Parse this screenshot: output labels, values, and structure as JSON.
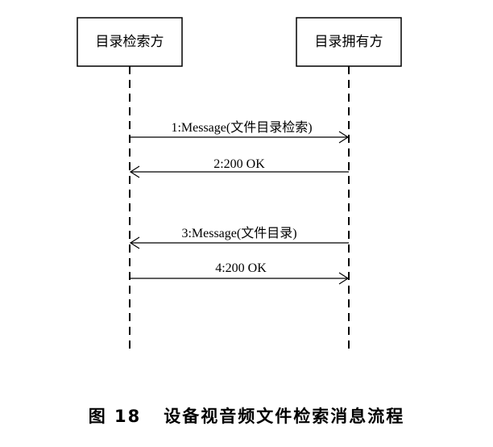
{
  "participants": [
    {
      "label": "目录检索方"
    },
    {
      "label": "目录拥有方"
    }
  ],
  "messages": [
    {
      "label": "1:Message(文件目录检索)",
      "from": 0,
      "to": 1
    },
    {
      "label": "2:200 OK",
      "from": 1,
      "to": 0
    },
    {
      "label": "3:Message(文件目录)",
      "from": 1,
      "to": 0
    },
    {
      "label": "4:200 OK",
      "from": 0,
      "to": 1
    }
  ],
  "caption": {
    "number": "图 18",
    "text": "设备视音频文件检索消息流程"
  }
}
